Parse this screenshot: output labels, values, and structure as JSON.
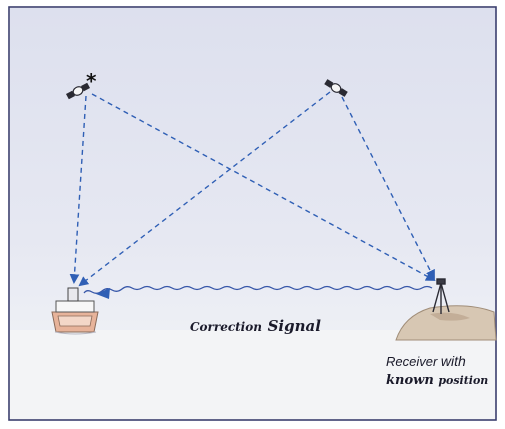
{
  "labels": {
    "correction_word": "Correction",
    "signal_word": "Signal",
    "receiver_word": "Receiver",
    "with_word": "with",
    "known_word": "known",
    "position_word": "position"
  },
  "satellite_1_marker": "*",
  "colors": {
    "sky_top": "#dfe2ef",
    "sky_bottom": "#eceef4",
    "ground": "#f3f4f6",
    "frame": "#3b3f6e",
    "beam": "#2f5fb5",
    "signal_wave": "#3656a8",
    "boat_hull": "#e7b39a",
    "hill": "#d7c7b3"
  },
  "icons": [
    "satellite-icon",
    "boat-icon",
    "tripod-icon",
    "hill-icon"
  ]
}
